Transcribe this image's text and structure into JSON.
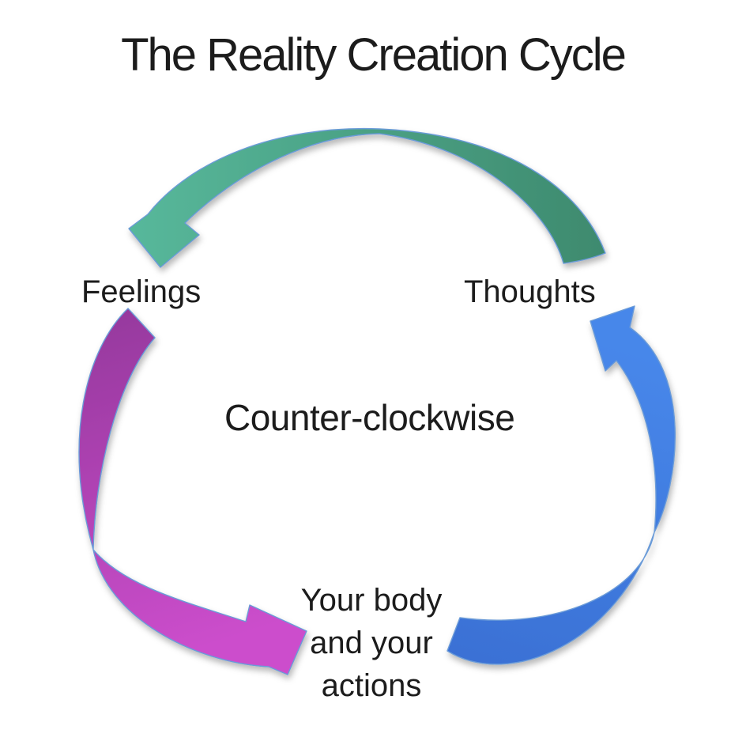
{
  "title": "The Reality Creation Cycle",
  "diagram": {
    "direction_label": "Counter-clockwise",
    "nodes": {
      "feelings": {
        "label": "Feelings"
      },
      "thoughts": {
        "label": "Thoughts"
      },
      "body": {
        "lines": [
          "Your body",
          "and your",
          "actions"
        ]
      }
    },
    "arrows": [
      {
        "name": "thoughts-to-feelings-arrow",
        "from": "Thoughts",
        "to": "Feelings",
        "color_start": "#57b89b",
        "color_end": "#3e8a6e"
      },
      {
        "name": "feelings-to-body-arrow",
        "from": "Feelings",
        "to": "Your body and your actions",
        "color_start": "#94389c",
        "color_end": "#cc4ecc"
      },
      {
        "name": "body-to-thoughts-arrow",
        "from": "Your body and your actions",
        "to": "Thoughts",
        "color_start": "#4787ea",
        "color_end": "#3a70d4"
      }
    ],
    "outline_color": "#6b9bd8",
    "text_color": "#1c1c1c",
    "background_color": "#ffffff"
  }
}
